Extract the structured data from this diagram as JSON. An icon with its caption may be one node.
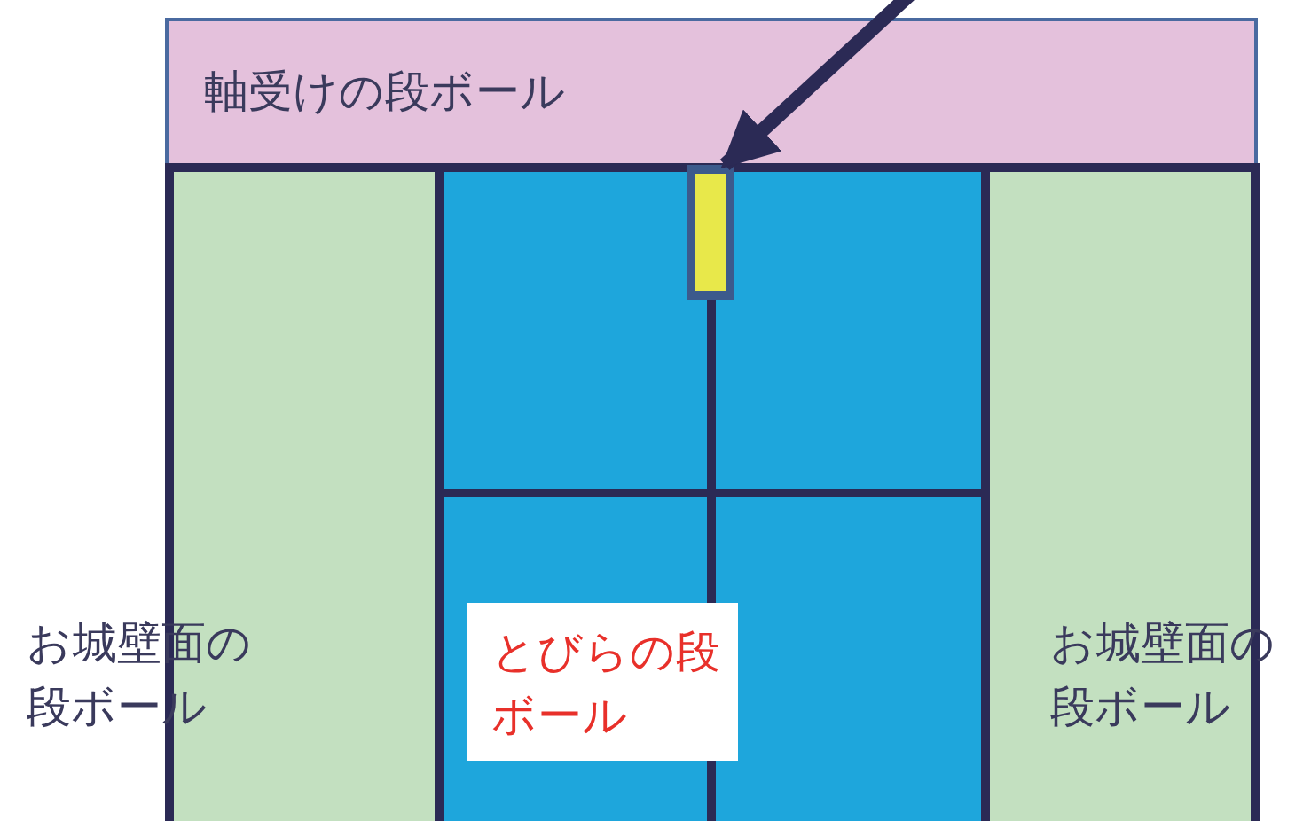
{
  "diagram": {
    "nodes": [
      {
        "text": [
          "軸受けの段ボール"
        ]
      },
      {
        "text": [
          "お城壁面の段ボール"
        ]
      },
      {
        "text": [],
        "shape": "box"
      },
      {
        "text": [],
        "shape": "bar",
        "in": 2
      },
      {
        "text": [
          "とびらの段ボール"
        ],
        "in": 2
      },
      {
        "text": [
          "お城壁面の段ボール"
        ]
      }
    ],
    "edges": [
      {
        "from": null,
        "to": 3,
        "arrow": "to"
      }
    ]
  }
}
